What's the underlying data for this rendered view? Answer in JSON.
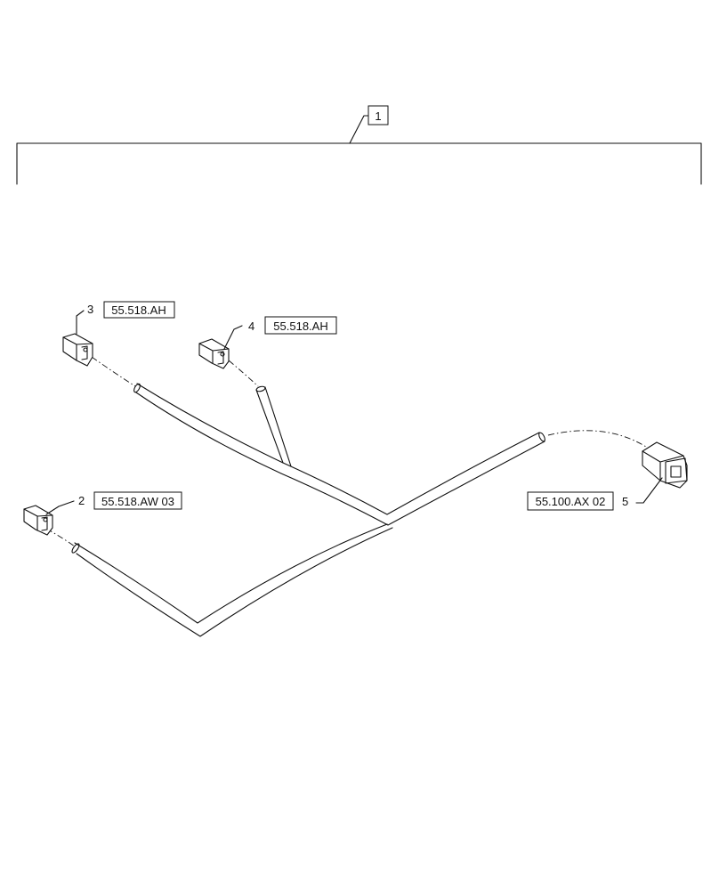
{
  "callouts": {
    "item1": "1",
    "item2": "2",
    "item3": "3",
    "item4": "4",
    "item5": "5"
  },
  "references": {
    "ref2": "55.518.AW 03",
    "ref3": "55.518.AH",
    "ref4": "55.518.AH",
    "ref5": "55.100.AX 02"
  }
}
